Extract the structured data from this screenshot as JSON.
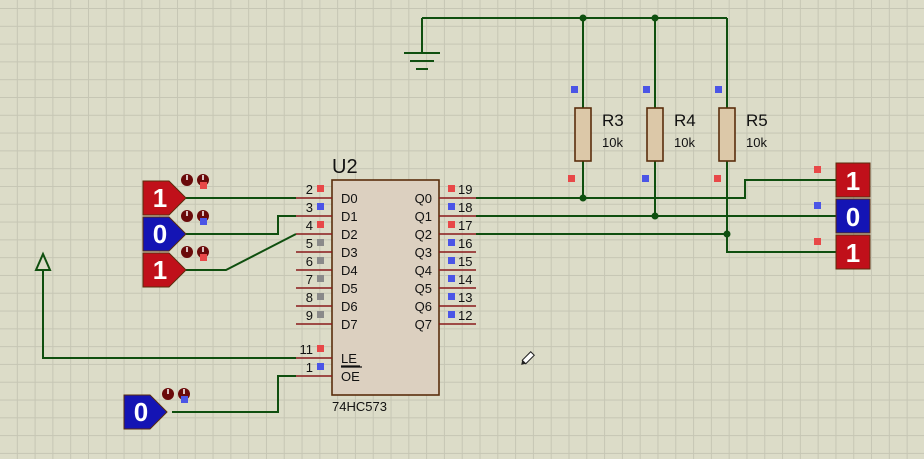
{
  "chip": {
    "designator": "U2",
    "part_number": "74HC573",
    "input_pins": [
      {
        "name": "D0",
        "num": "2"
      },
      {
        "name": "D1",
        "num": "3"
      },
      {
        "name": "D2",
        "num": "4"
      },
      {
        "name": "D3",
        "num": "5"
      },
      {
        "name": "D4",
        "num": "6"
      },
      {
        "name": "D5",
        "num": "7"
      },
      {
        "name": "D6",
        "num": "8"
      },
      {
        "name": "D7",
        "num": "9"
      }
    ],
    "output_pins": [
      {
        "name": "Q0",
        "num": "19"
      },
      {
        "name": "Q1",
        "num": "18"
      },
      {
        "name": "Q2",
        "num": "17"
      },
      {
        "name": "Q3",
        "num": "16"
      },
      {
        "name": "Q4",
        "num": "15"
      },
      {
        "name": "Q5",
        "num": "14"
      },
      {
        "name": "Q6",
        "num": "13"
      },
      {
        "name": "Q7",
        "num": "12"
      }
    ],
    "le": {
      "name": "LE",
      "num": "11"
    },
    "oe": {
      "name": "OE",
      "num": "1"
    }
  },
  "resistors": [
    {
      "ref": "R3",
      "value": "10k"
    },
    {
      "ref": "R4",
      "value": "10k"
    },
    {
      "ref": "R5",
      "value": "10k"
    }
  ],
  "logic_states": [
    "1",
    "0",
    "1"
  ],
  "oe_state": "0",
  "logic_probes": [
    "1",
    "0",
    "1"
  ],
  "colors": {
    "high": "#c0101a",
    "low": "#1414b4",
    "wire": "#0f4f0f",
    "pin": "#8a1a1a",
    "chip_fill": "#dcd0c0"
  }
}
